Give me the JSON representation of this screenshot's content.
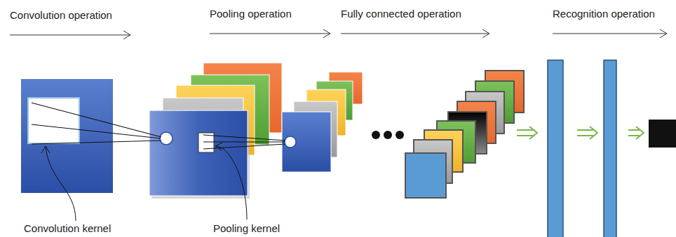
{
  "diagram": {
    "labels": [
      "Convolution operation",
      "Pooling operation",
      "Fully connected operation",
      "Recognition operation",
      "Convolution kernel",
      "Pooling kernel"
    ]
  }
}
